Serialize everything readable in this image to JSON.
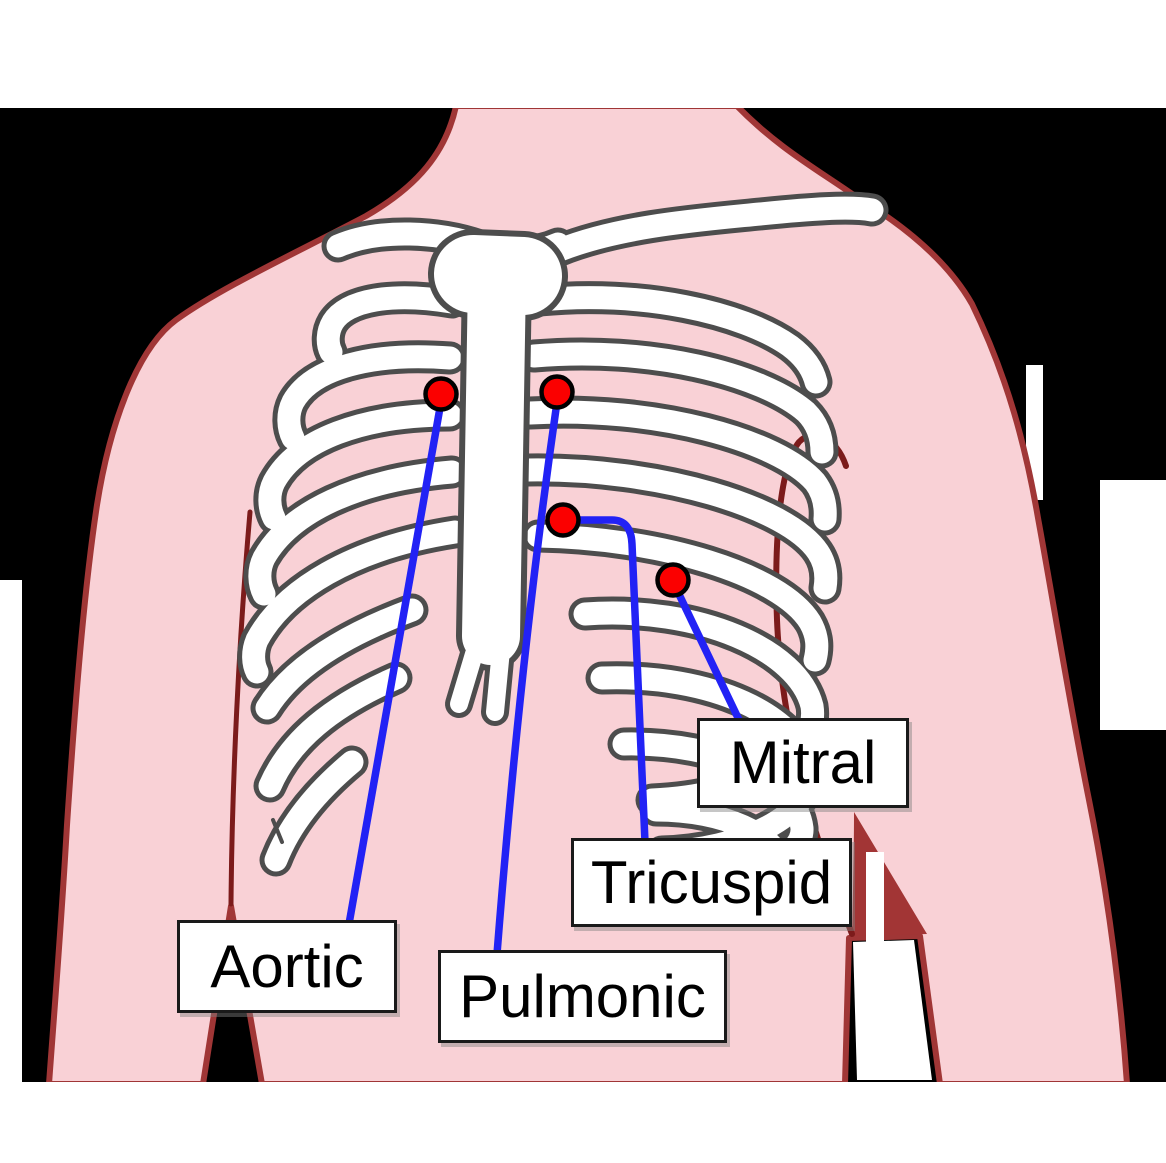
{
  "figure": {
    "type": "anatomical-diagram",
    "subject": "Heart auscultation points on the chest wall over the rib cage",
    "points": [
      {
        "id": "aortic",
        "label": "Aortic"
      },
      {
        "id": "pulmonic",
        "label": "Pulmonic"
      },
      {
        "id": "tricuspid",
        "label": "Tricuspid"
      },
      {
        "id": "mitral",
        "label": "Mitral"
      }
    ]
  },
  "colors": {
    "background": "#000000",
    "canvas_margin": "#ffffff",
    "skin": "#f9d1d6",
    "body_outline": "#a03636",
    "body_crease": "#7c1b1b",
    "armpit_shadow": "#a23535",
    "bone_fill": "#ffffff",
    "bone_outline": "#4d4d4d",
    "marker_red": "#fb0000",
    "marker_ring": "#000000",
    "pointer_blue": "#2222f5",
    "label_bg": "#ffffff",
    "label_border": "#1a1a1a",
    "label_text": "#000000"
  }
}
